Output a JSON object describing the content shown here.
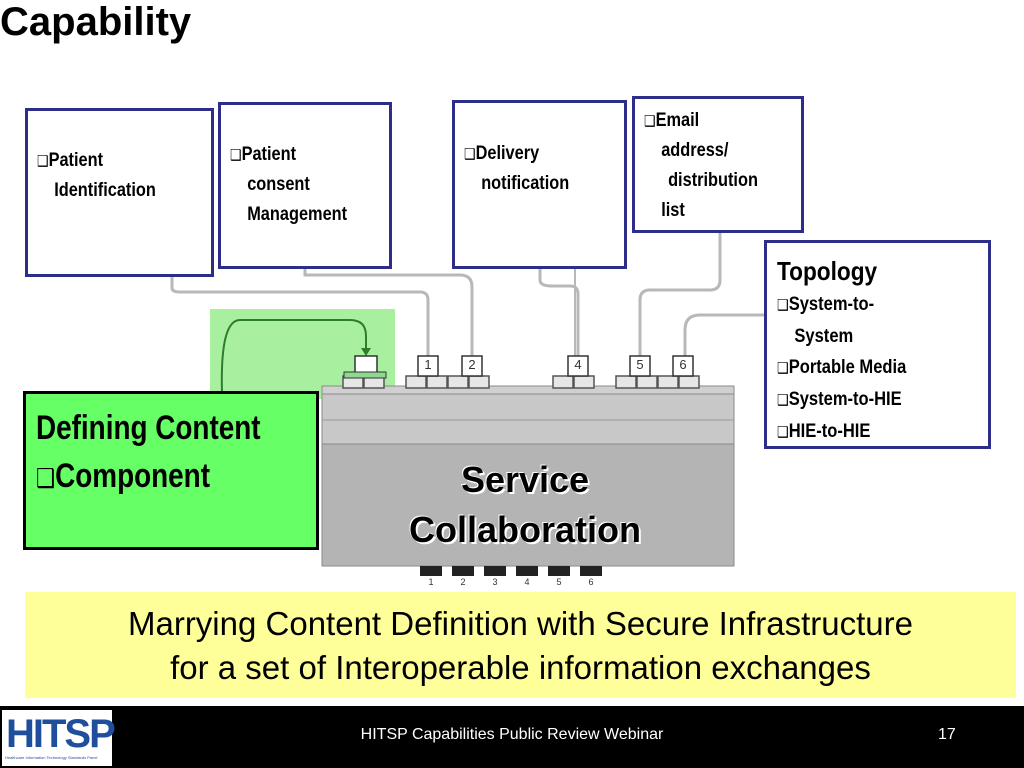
{
  "slide": {
    "title": "Capability"
  },
  "capabilities": [
    {
      "bullet": "❑",
      "lines": [
        "Patient",
        "Identification"
      ]
    },
    {
      "bullet": "❑",
      "lines": [
        "Patient",
        "consent",
        "Management"
      ]
    },
    {
      "bullet": "❑",
      "lines": [
        "Delivery",
        "notification"
      ]
    },
    {
      "bullet": "❑",
      "lines": [
        "Email",
        "address/",
        "distribution",
        "list"
      ]
    }
  ],
  "topology": {
    "title": "Topology",
    "items": [
      "System-to-",
      "System",
      "Portable Media",
      "System-to-HIE",
      "HIE-to-HIE"
    ]
  },
  "defining": {
    "title": "Defining Content",
    "item": "Component"
  },
  "service": {
    "line1": "Service",
    "line2": "Collaboration"
  },
  "ports": {
    "top": [
      "1",
      "2",
      "4",
      "5",
      "6"
    ],
    "bottom": [
      "1",
      "2",
      "3",
      "4",
      "5",
      "6"
    ]
  },
  "banner": {
    "line1": "Marrying Content Definition with Secure Infrastructure",
    "line2": "for a set of Interoperable information exchanges"
  },
  "footer": {
    "logo_text": "HITSP",
    "logo_tagline": "Healthcare Information Technology Standards Panel",
    "text": "HITSP Capabilities Public Review Webinar",
    "page": "17"
  },
  "colors": {
    "box_border": "#2e2e8a",
    "defining_fill": "#66ff66",
    "banner_fill": "#ffff99",
    "logo_blue": "#1f4e9c"
  }
}
